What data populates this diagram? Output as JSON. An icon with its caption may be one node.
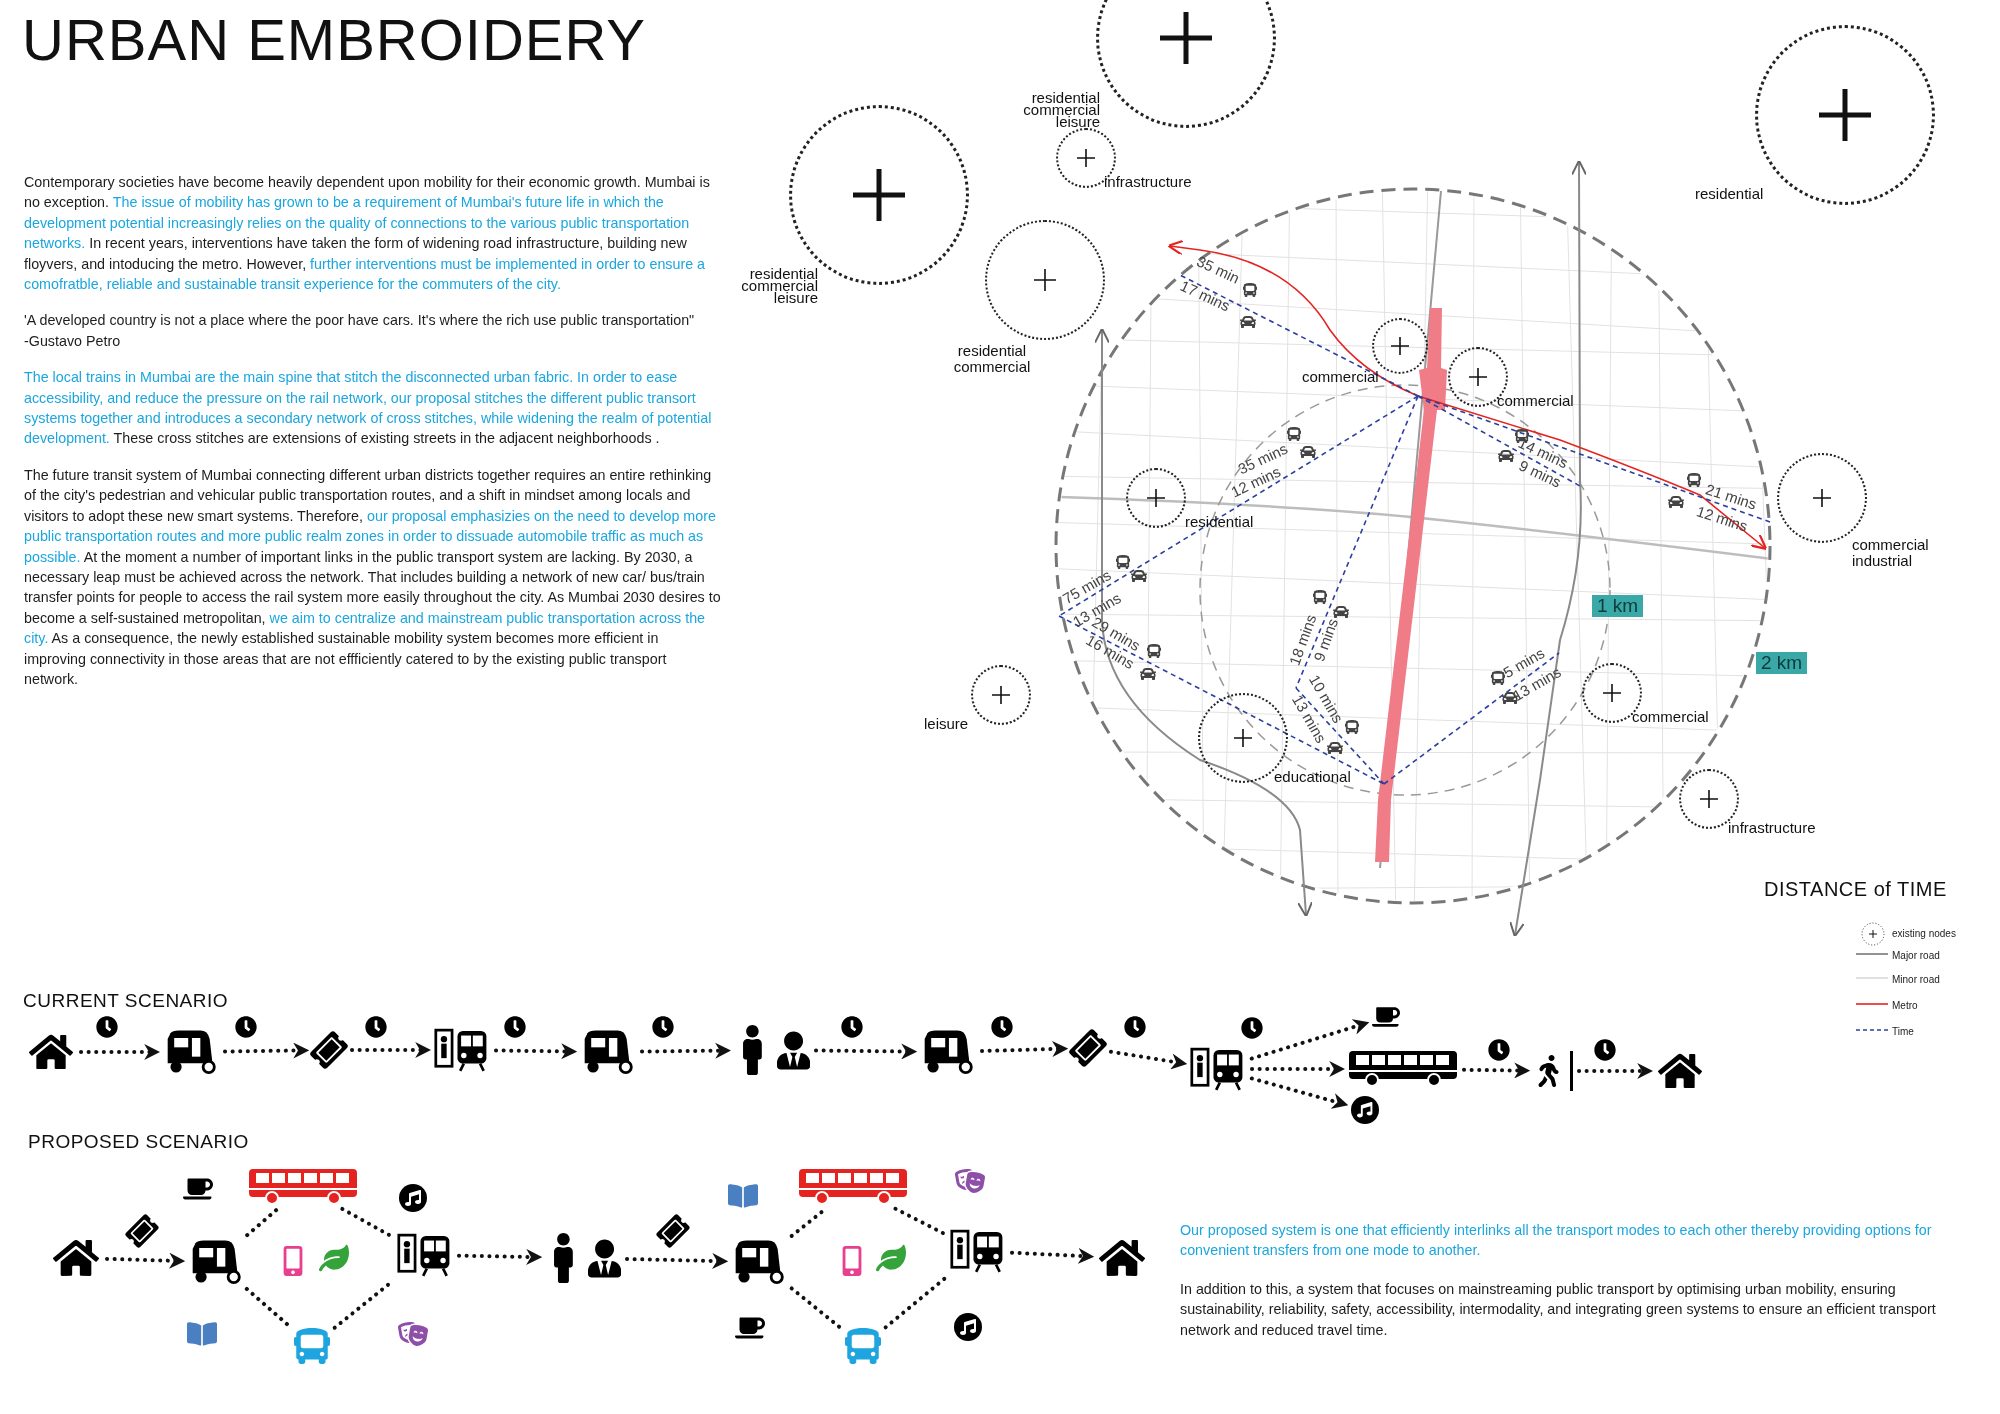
{
  "diagram": {
    "title": "URBAN EMBROIDERY",
    "nodes": [
      {
        "text": [
          "residential commercial leisure"
        ]
      },
      {
        "text": [
          "infrastructure"
        ]
      },
      {
        "text": [
          "residential commercial leisure"
        ]
      },
      {
        "text": [
          "residential commercial"
        ]
      },
      {
        "text": [
          "residential"
        ]
      },
      {
        "text": [
          "commercial"
        ]
      },
      {
        "text": [
          "commercial"
        ]
      },
      {
        "text": [
          "residential"
        ]
      },
      {
        "text": [
          "commercial industrial"
        ]
      },
      {
        "text": [
          "leisure"
        ]
      },
      {
        "text": [
          "educational"
        ]
      },
      {
        "text": [
          "commercial"
        ]
      },
      {
        "text": [
          "infrastructure"
        ]
      },
      {
        "text": [],
        "shape": "picture"
      },
      {
        "text": [],
        "shape": "picture"
      },
      {
        "text": [],
        "shape": "picture"
      },
      {
        "text": [],
        "shape": "picture"
      },
      {
        "text": [],
        "shape": "picture"
      },
      {
        "text": [],
        "shape": "person"
      },
      {
        "text": [],
        "shape": "picture"
      },
      {
        "text": [],
        "shape": "picture"
      },
      {
        "text": [],
        "shape": "picture"
      },
      {
        "text": [],
        "shape": "picture"
      },
      {
        "text": [],
        "shape": "picture"
      },
      {
        "text": [],
        "shape": "picture"
      },
      {
        "text": [],
        "shape": "person"
      },
      {
        "text": [],
        "shape": "picture"
      },
      {
        "text": [],
        "shape": "picture"
      },
      {
        "text": [],
        "shape": "picture"
      },
      {
        "text": [],
        "shape": "picture"
      },
      {
        "text": [],
        "shape": "picture"
      },
      {
        "text": [],
        "shape": "picture"
      },
      {
        "text": [],
        "shape": "person"
      },
      {
        "text": [],
        "shape": "picture"
      },
      {
        "text": [],
        "shape": "picture"
      },
      {
        "text": [],
        "shape": "picture"
      },
      {
        "text": [],
        "shape": "picture"
      },
      {
        "text": [],
        "shape": "picture"
      }
    ],
    "edges": [
      {
        "from": 13,
        "to": 14,
        "arrow": "to"
      },
      {
        "from": 14,
        "to": 15,
        "arrow": "to"
      },
      {
        "from": 15,
        "to": 16,
        "arrow": "to"
      },
      {
        "from": 16,
        "to": 17,
        "arrow": "to"
      },
      {
        "from": 17,
        "to": 18,
        "arrow": "to"
      },
      {
        "from": 18,
        "to": 19,
        "arrow": "to"
      },
      {
        "from": 19,
        "to": 20,
        "arrow": "to"
      },
      {
        "from": 20,
        "to": 21,
        "arrow": "to"
      },
      {
        "from": 21,
        "to": 22,
        "arrow": "to"
      },
      {
        "from": 21,
        "to": 23,
        "arrow": "to"
      },
      {
        "from": 21,
        "to": 24,
        "arrow": "to"
      },
      {
        "from": 23,
        "to": 25,
        "arrow": "to"
      },
      {
        "from": 25,
        "to": 26,
        "arrow": "to"
      },
      {
        "from": 27,
        "to": 28,
        "arrow": "to"
      },
      {
        "from": 28,
        "to": 29,
        "arrow": "none"
      },
      {
        "from": 28,
        "to": 30,
        "arrow": "none"
      },
      {
        "from": 29,
        "to": 31,
        "arrow": "none"
      },
      {
        "from": 30,
        "to": 31,
        "arrow": "none"
      },
      {
        "from": 31,
        "to": 32,
        "arrow": "to"
      },
      {
        "from": 32,
        "to": 33,
        "arrow": "to"
      },
      {
        "from": 33,
        "to": 34,
        "arrow": "none"
      },
      {
        "from": 33,
        "to": 35,
        "arrow": "none"
      },
      {
        "from": 34,
        "to": 36,
        "arrow": "none"
      },
      {
        "from": 35,
        "to": 36,
        "arrow": "none"
      },
      {
        "from": 36,
        "to": 37,
        "arrow": "to"
      }
    ],
    "labels": [
      "Contemporary societies have become heavily dependent upon mobility for their economic growth. Mumbai is no exception.",
      "The issue of mobility has grown to be a requirement of Mumbai's future life in which the development potential increasingly relies on the quality of connections to the various public transportation networks.",
      "In recent years, interventions have taken the form of widening road infrastructure, building new floyvers, and intoducing the metro. However,",
      "further interventions must be implemented in order to ensure a comofratble, reliable and sustainable transit experience for the commuters of the city.",
      "'A developed country is not a place where the poor have cars. It's where the rich use public transportation\"",
      "-Gustavo Petro",
      "The local trains in Mumbai are the main spine that stitch the disconnected urban fabric. In order to ease accessibility, and reduce the pressure on the rail network, our proposal stitches the different public transort systems together and introduces a secondary network of cross stitches, while widening the realm of potential development.",
      "These cross stitches are extensions of existing streets in the adjacent neighborhoods .",
      "The future transit system of Mumbai connecting different urban districts together requires an entire rethinking of the city's pedestrian and vehicular public transportation routes, and a shift in mindset among locals and visitors to adopt these new smart systems. Therefore,",
      "our proposal emphasizies on the need to develop more public transportation routes and more public realm zones in order to dissuade automobile traffic as much as possible.",
      "At the moment a number of important links in the public transport system are lacking. By 2030, a necessary leap must be achieved across the network. That includes building a network of new car/ bus/train transfer points for people to access the rail system more easily throughout the city. As  Mumbai 2030 desires to become a self-sustained metropolitan,",
      "we aim to centralize and mainstream public transportation across the city.",
      "As a consequence, the newly established sustainable mobility system becomes more efficient in improving connectivity in those areas that are not effficiently catered to by the existing public transport network.",
      "35 min",
      "17 mins",
      "35 mins",
      "12 mins",
      "14 mins",
      "9 mins",
      "21 mins",
      "12 mins",
      "75 mins",
      "13 mins",
      "29 mins",
      "16 mins",
      "18 mins",
      "9 mins",
      "10 mins",
      "13 mins",
      "5 mins",
      "13 mins",
      "1 km",
      "2 km",
      "DISTANCE of TIME",
      "CURRENT SCENARIO",
      "PROPOSED SCENARIO",
      "Our proposed system is one that efficiently interlinks all the transport modes to each other thereby providing options for convenient transfers from one mode to another.",
      "In addition to this, a system that focuses on mainstreaming public transport by optimising urban mobility, ensuring sustainability, reliability, safety, accessibility, intermodality, and integrating green systems to ensure an efficient transport network and reduced travel time."
    ],
    "legend": [
      {
        "text": "existing nodes"
      },
      {
        "text": "Major road"
      },
      {
        "text": "Minor road"
      },
      {
        "text": "Metro"
      },
      {
        "text": "Time"
      }
    ]
  }
}
